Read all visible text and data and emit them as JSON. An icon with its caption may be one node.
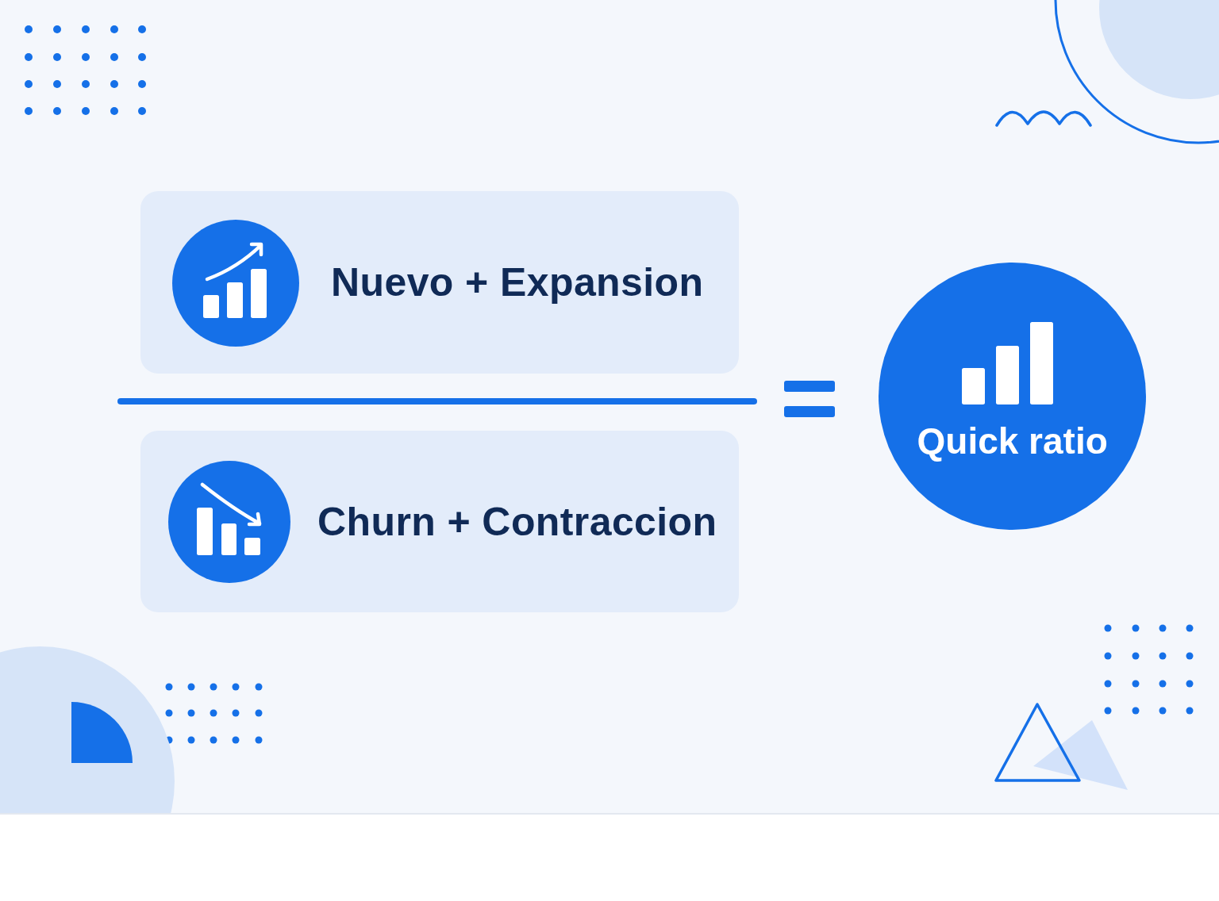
{
  "diagram": {
    "nodes": [
      {
        "text": [
          "Nuevo + Expansion"
        ]
      },
      {
        "text": [
          "Churn + Contraccion"
        ]
      },
      {
        "text": [
          "Quick ratio"
        ]
      }
    ]
  }
}
